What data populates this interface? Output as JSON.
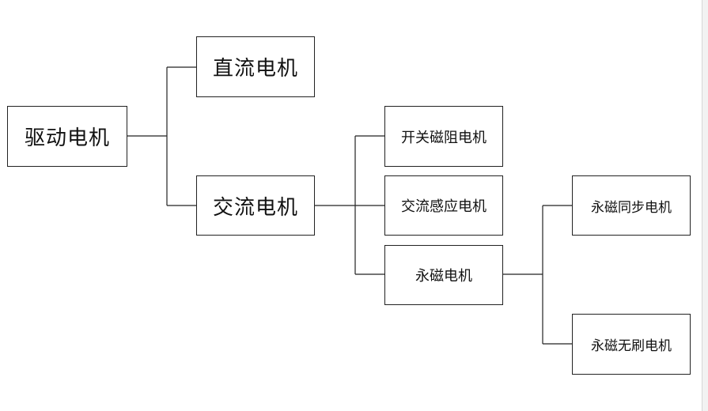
{
  "nodes": {
    "drive_motor": "驱动电机",
    "dc_motor": "直流电机",
    "ac_motor": "交流电机",
    "switched_reluctance_motor": "开关磁阻电机",
    "ac_induction_motor": "交流感应电机",
    "permanent_magnet_motor": "永磁电机",
    "pm_synchronous_motor": "永磁同步电机",
    "pm_brushless_motor": "永磁无刷电机"
  },
  "edges": [
    [
      "drive_motor",
      "dc_motor"
    ],
    [
      "drive_motor",
      "ac_motor"
    ],
    [
      "ac_motor",
      "switched_reluctance_motor"
    ],
    [
      "ac_motor",
      "ac_induction_motor"
    ],
    [
      "ac_motor",
      "permanent_magnet_motor"
    ],
    [
      "permanent_magnet_motor",
      "pm_synchronous_motor"
    ],
    [
      "permanent_magnet_motor",
      "pm_brushless_motor"
    ]
  ],
  "colors": {
    "line": "#222222",
    "background": "#ffffff"
  }
}
